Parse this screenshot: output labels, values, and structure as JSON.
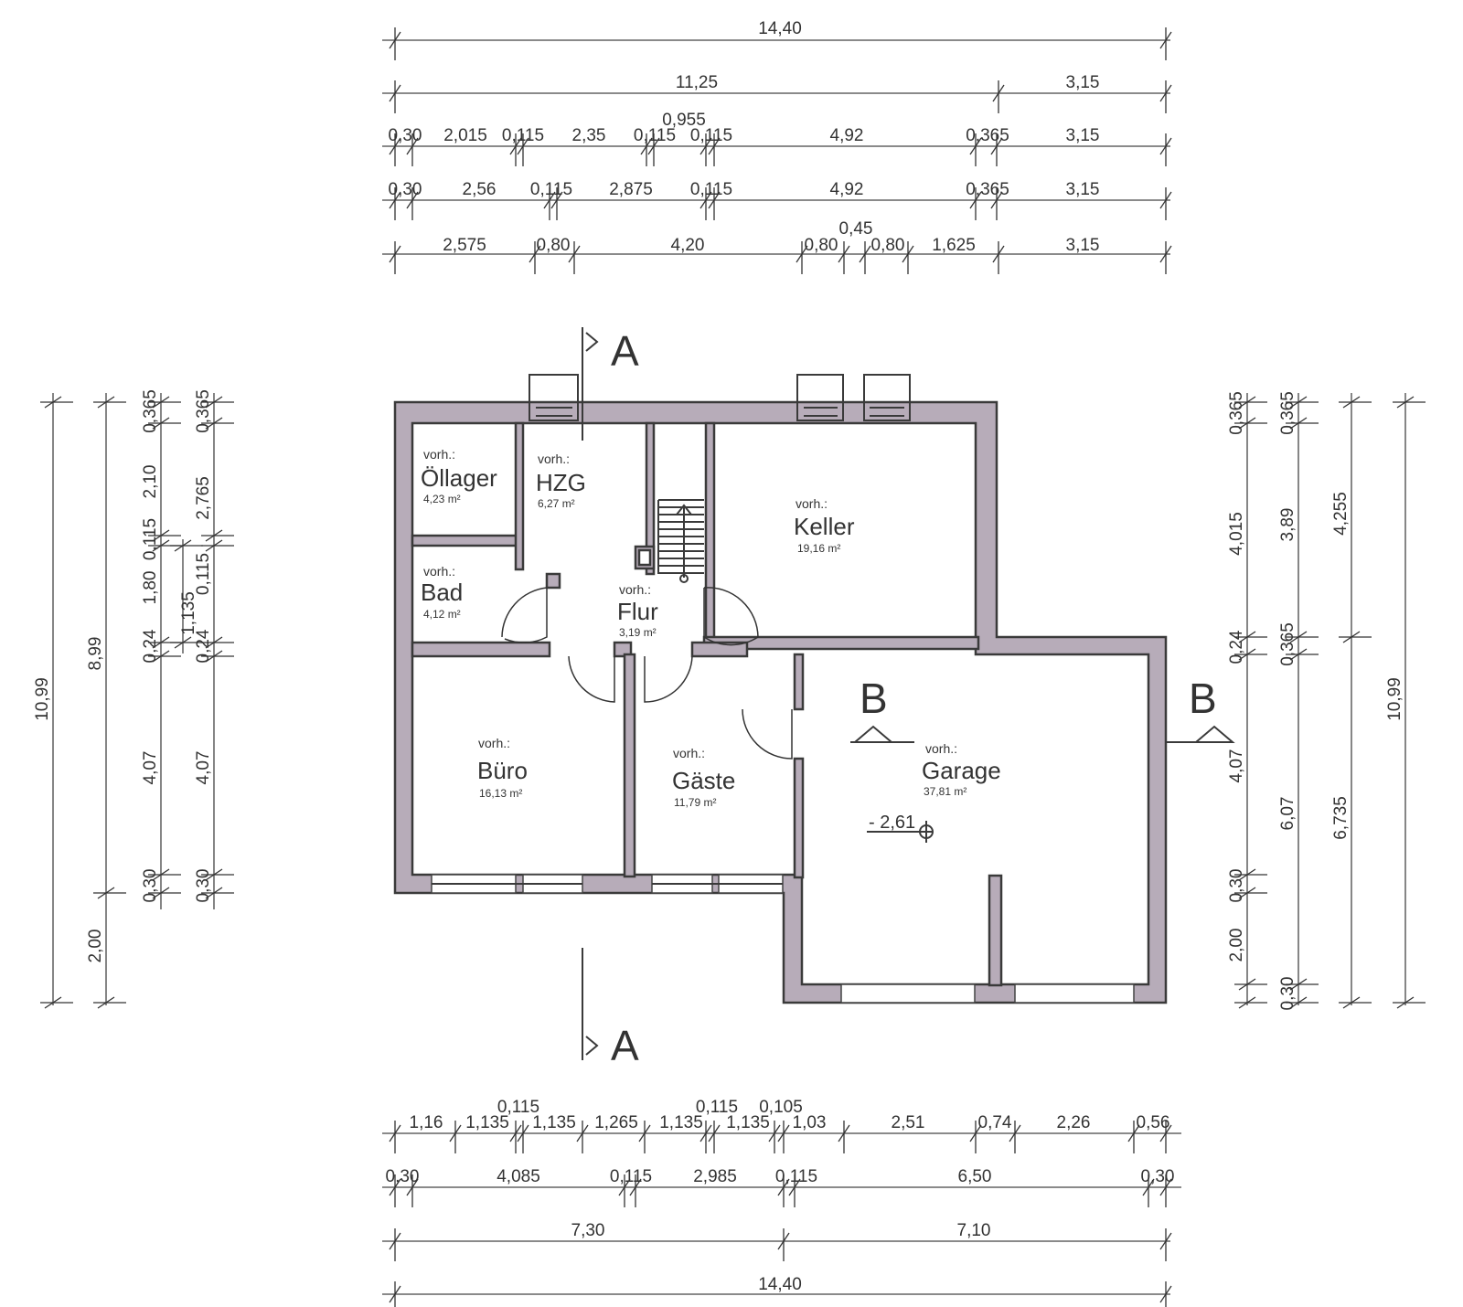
{
  "diagram": {
    "type": "floor plan",
    "dims": {
      "top": [
        {
          "labels": [
            "14,40"
          ]
        },
        {
          "labels": [
            "11,25",
            "3,15"
          ]
        },
        {
          "labels": [
            "0,30",
            "2,015",
            "0,115",
            "2,35",
            "0,955",
            "0,115",
            "0,115",
            "4,92",
            "0,365",
            "3,15"
          ]
        },
        {
          "labels": [
            "0,30",
            "2,56",
            "0,115",
            "2,875",
            "0,115",
            "4,92",
            "0,365",
            "3,15"
          ]
        },
        {
          "labels": [
            "2,575",
            "0,80",
            "4,20",
            "0,45",
            "0,80",
            "0,80",
            "1,625",
            "3,15"
          ]
        }
      ],
      "bottom": [
        {
          "labels": [
            "1,16",
            "1,135",
            "0,115",
            "1,135",
            "1,265",
            "1,135",
            "0,115",
            "1,135",
            "0,105",
            "1,03",
            "2,51",
            "0,74",
            "2,26",
            "0,56"
          ]
        },
        {
          "labels": [
            "0,30",
            "4,085",
            "0,115",
            "2,985",
            "0,115",
            "6,50",
            "0,30"
          ]
        },
        {
          "labels": [
            "7,30",
            "7,10"
          ]
        },
        {
          "labels": [
            "14,40"
          ]
        }
      ],
      "left": [
        {
          "labels": [
            "10,99"
          ]
        },
        {
          "labels": [
            "8,99",
            "2,00"
          ]
        },
        {
          "labels": [
            "0,365",
            "2,10",
            "0,115",
            "1,80",
            "0,24",
            "4,07",
            "0,30"
          ]
        },
        {
          "labels": [
            "1,135"
          ]
        },
        {
          "labels": [
            "0,365",
            "2,765",
            "0,115",
            "0,24",
            "4,07",
            "0,30"
          ]
        }
      ],
      "right": [
        {
          "labels": [
            "0,365",
            "4,015",
            "0,24",
            "4,07",
            "0,30",
            "2,00"
          ]
        },
        {
          "labels": [
            "0,365",
            "3,89",
            "0,365",
            "6,07",
            "0,30"
          ]
        },
        {
          "labels": [
            "4,255",
            "6,735"
          ]
        },
        {
          "labels": [
            "10,99"
          ]
        }
      ]
    },
    "rooms": [
      {
        "prefix": "vorh.:",
        "name": "Öllager",
        "area": "4,23 m²"
      },
      {
        "prefix": "vorh.:",
        "name": "HZG",
        "area": "6,27 m²"
      },
      {
        "prefix": "vorh.:",
        "name": "Keller",
        "area": "19,16 m²"
      },
      {
        "prefix": "vorh.:",
        "name": "Bad",
        "area": "4,12 m²"
      },
      {
        "prefix": "vorh.:",
        "name": "Flur",
        "area": "3,19 m²"
      },
      {
        "prefix": "vorh.:",
        "name": "Büro",
        "area": "16,13 m²"
      },
      {
        "prefix": "vorh.:",
        "name": "Gäste",
        "area": "11,79 m²"
      },
      {
        "prefix": "vorh.:",
        "name": "Garage",
        "area": "37,81 m²"
      }
    ],
    "level_mark": "- 2,61",
    "section_marks": [
      "A",
      "A",
      "B",
      "B"
    ]
  }
}
